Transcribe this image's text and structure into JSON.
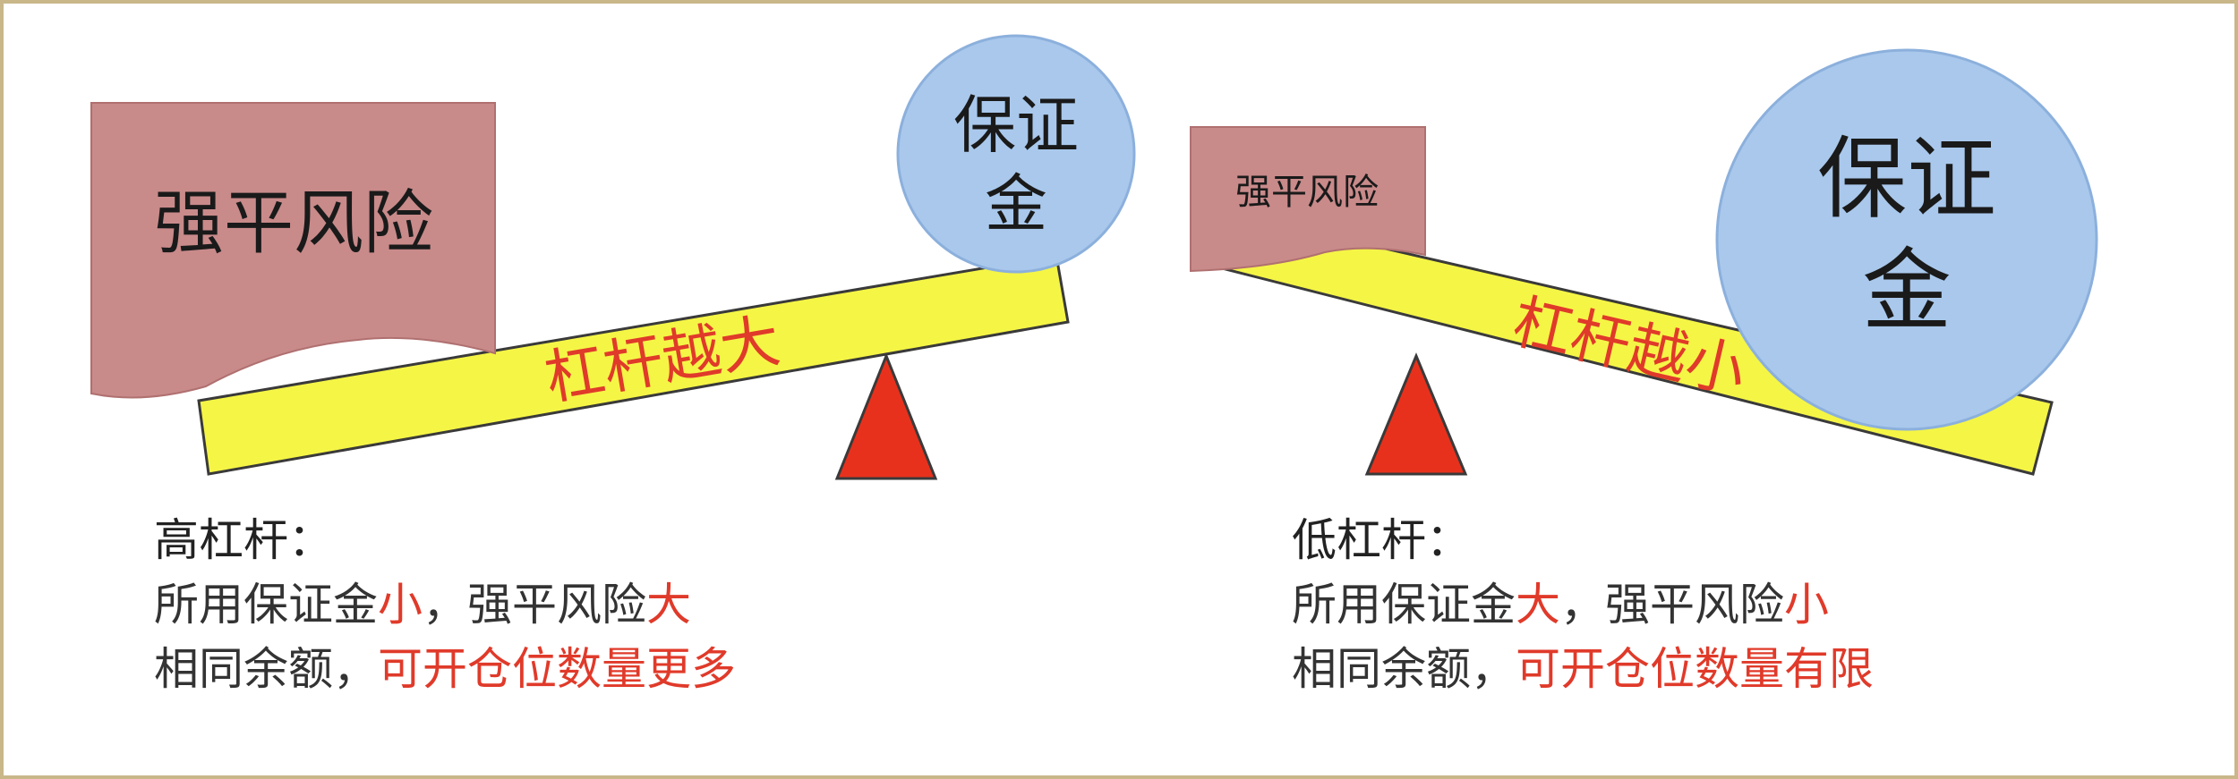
{
  "colors": {
    "frame_border": "#c9b78a",
    "risk_box_fill": "#c98a8a",
    "risk_box_stroke": "#b07070",
    "circle_fill": "#a9c8ec",
    "circle_stroke": "#8cb0dc",
    "beam_fill": "#f5f546",
    "beam_stroke": "#3a3a3a",
    "beam_text": "#e03a2a",
    "fulcrum_fill": "#e8311c",
    "emphasis_red": "#e03a2a",
    "body_text": "#333333"
  },
  "left": {
    "risk_label": "强平风险",
    "margin_label_line1": "保证",
    "margin_label_line2": "金",
    "beam_label": "杠杆越大",
    "caption": {
      "heading": "高杠杆：",
      "line1_a": "所用保证金",
      "line1_b": "小",
      "line1_c": "，强平风险",
      "line1_d": "大",
      "line2_a": "相同余额，",
      "line2_b": "可开仓位数量更多"
    }
  },
  "right": {
    "risk_label": "强平风险",
    "margin_label_line1": "保证",
    "margin_label_line2": "金",
    "beam_label": "杠杆越小",
    "caption": {
      "heading": "低杠杆：",
      "line1_a": "所用保证金",
      "line1_b": "大",
      "line1_c": "，强平风险",
      "line1_d": "小",
      "line2_a": "相同余额，",
      "line2_b": "可开仓位数量有限"
    }
  }
}
